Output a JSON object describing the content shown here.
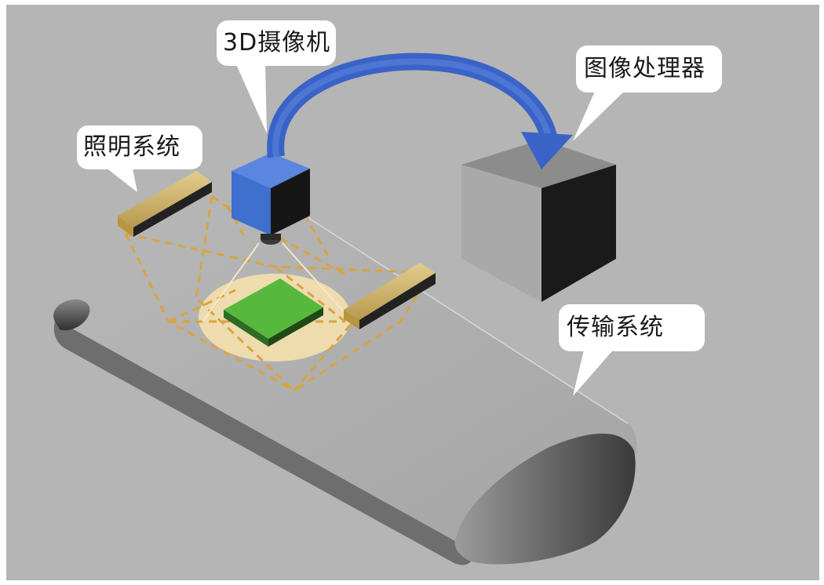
{
  "labels": {
    "camera": "3D摄像机",
    "processor": "图像处理器",
    "lighting": "照明系统",
    "conveyor": "传输系统"
  },
  "colors": {
    "background": "#b5b5b5",
    "camera_body": "#3f6fcf",
    "arrow": "#3a63c8",
    "light_bar": "#c8a85a",
    "light_beam": "#d9a440",
    "light_spot": "#f3dfae",
    "workpiece": "#4fae3a",
    "processor_box": "#9a9a9a",
    "conveyor_belt": "#a8a8a8",
    "callout_fill": "#ffffff"
  }
}
